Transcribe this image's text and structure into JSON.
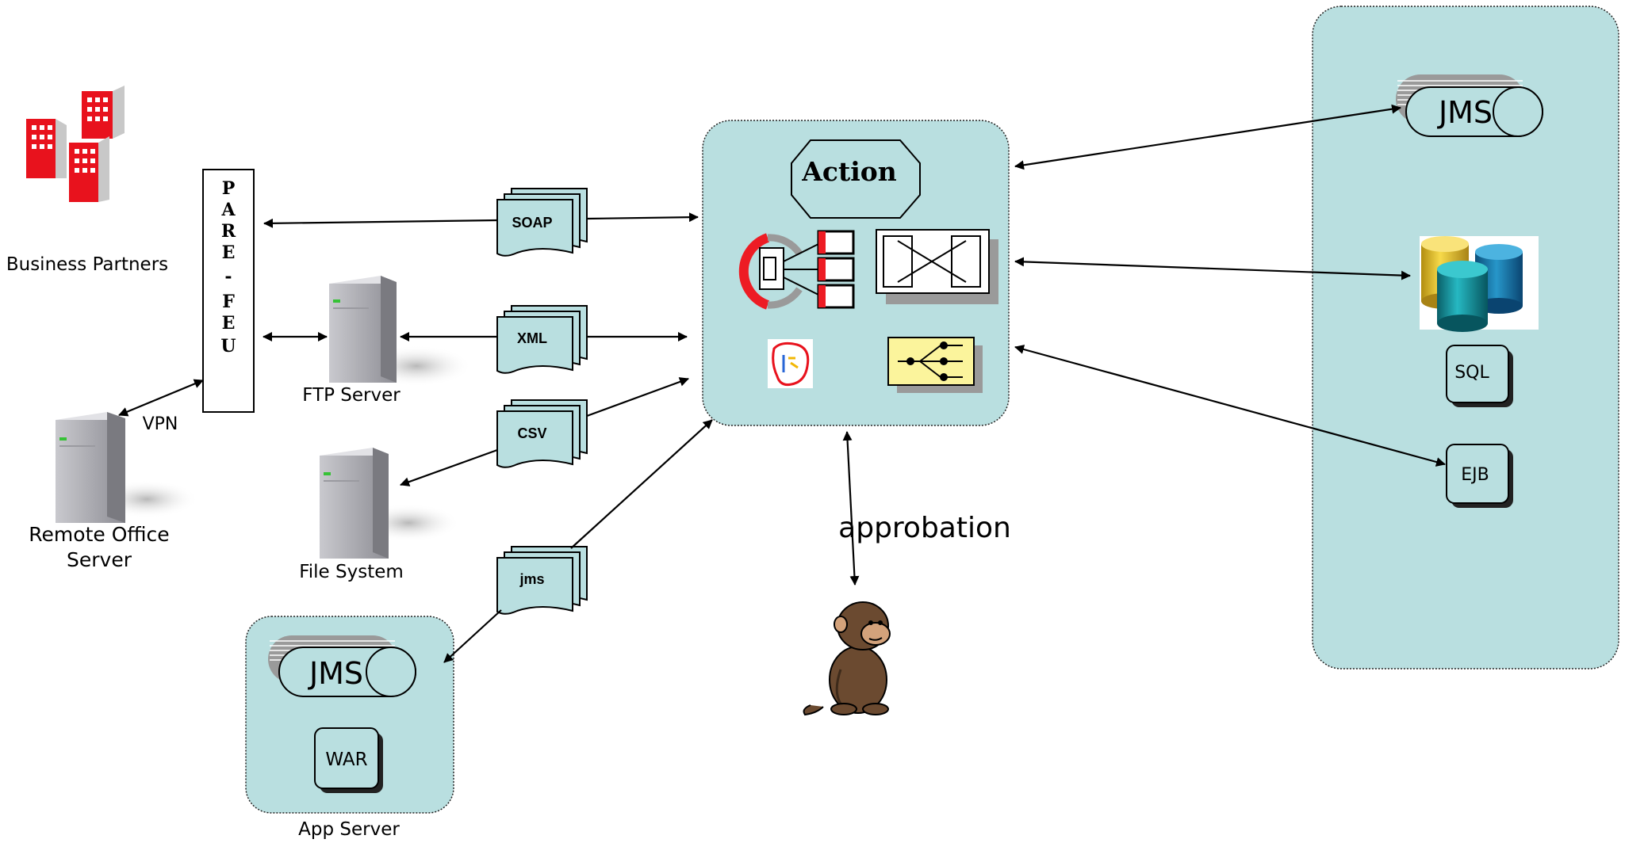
{
  "labels": {
    "business_partners": "Business Partners",
    "firewall": [
      "P",
      "A",
      "R",
      "E",
      "-",
      "F",
      "E",
      "U"
    ],
    "vpn": "VPN",
    "remote_office_line1": "Remote Office",
    "remote_office_line2": "Server",
    "ftp_server": "FTP Server",
    "file_system": "File System",
    "app_server": "App Server",
    "approval": "approbation"
  },
  "documents": {
    "soap": "SOAP",
    "xml": "XML",
    "csv": "CSV",
    "jms": "jms"
  },
  "hub": {
    "action": "Action"
  },
  "backend": {
    "jms": "JMS",
    "sql": "SQL",
    "ejb": "EJB"
  },
  "app_server_box": {
    "jms": "JMS",
    "war": "WAR"
  },
  "colors": {
    "container_fill": "#b9dfe0",
    "building_red": "#e8121d",
    "database_yellow": "#f3cc35",
    "database_teal": "#0d8a95",
    "switch_yellow": "#fbf49c"
  },
  "icons": [
    "buildings-icon",
    "server-icon",
    "database-icon",
    "routing-icon",
    "transform-icon",
    "monkey-icon",
    "queue-icon",
    "switch-icon"
  ]
}
